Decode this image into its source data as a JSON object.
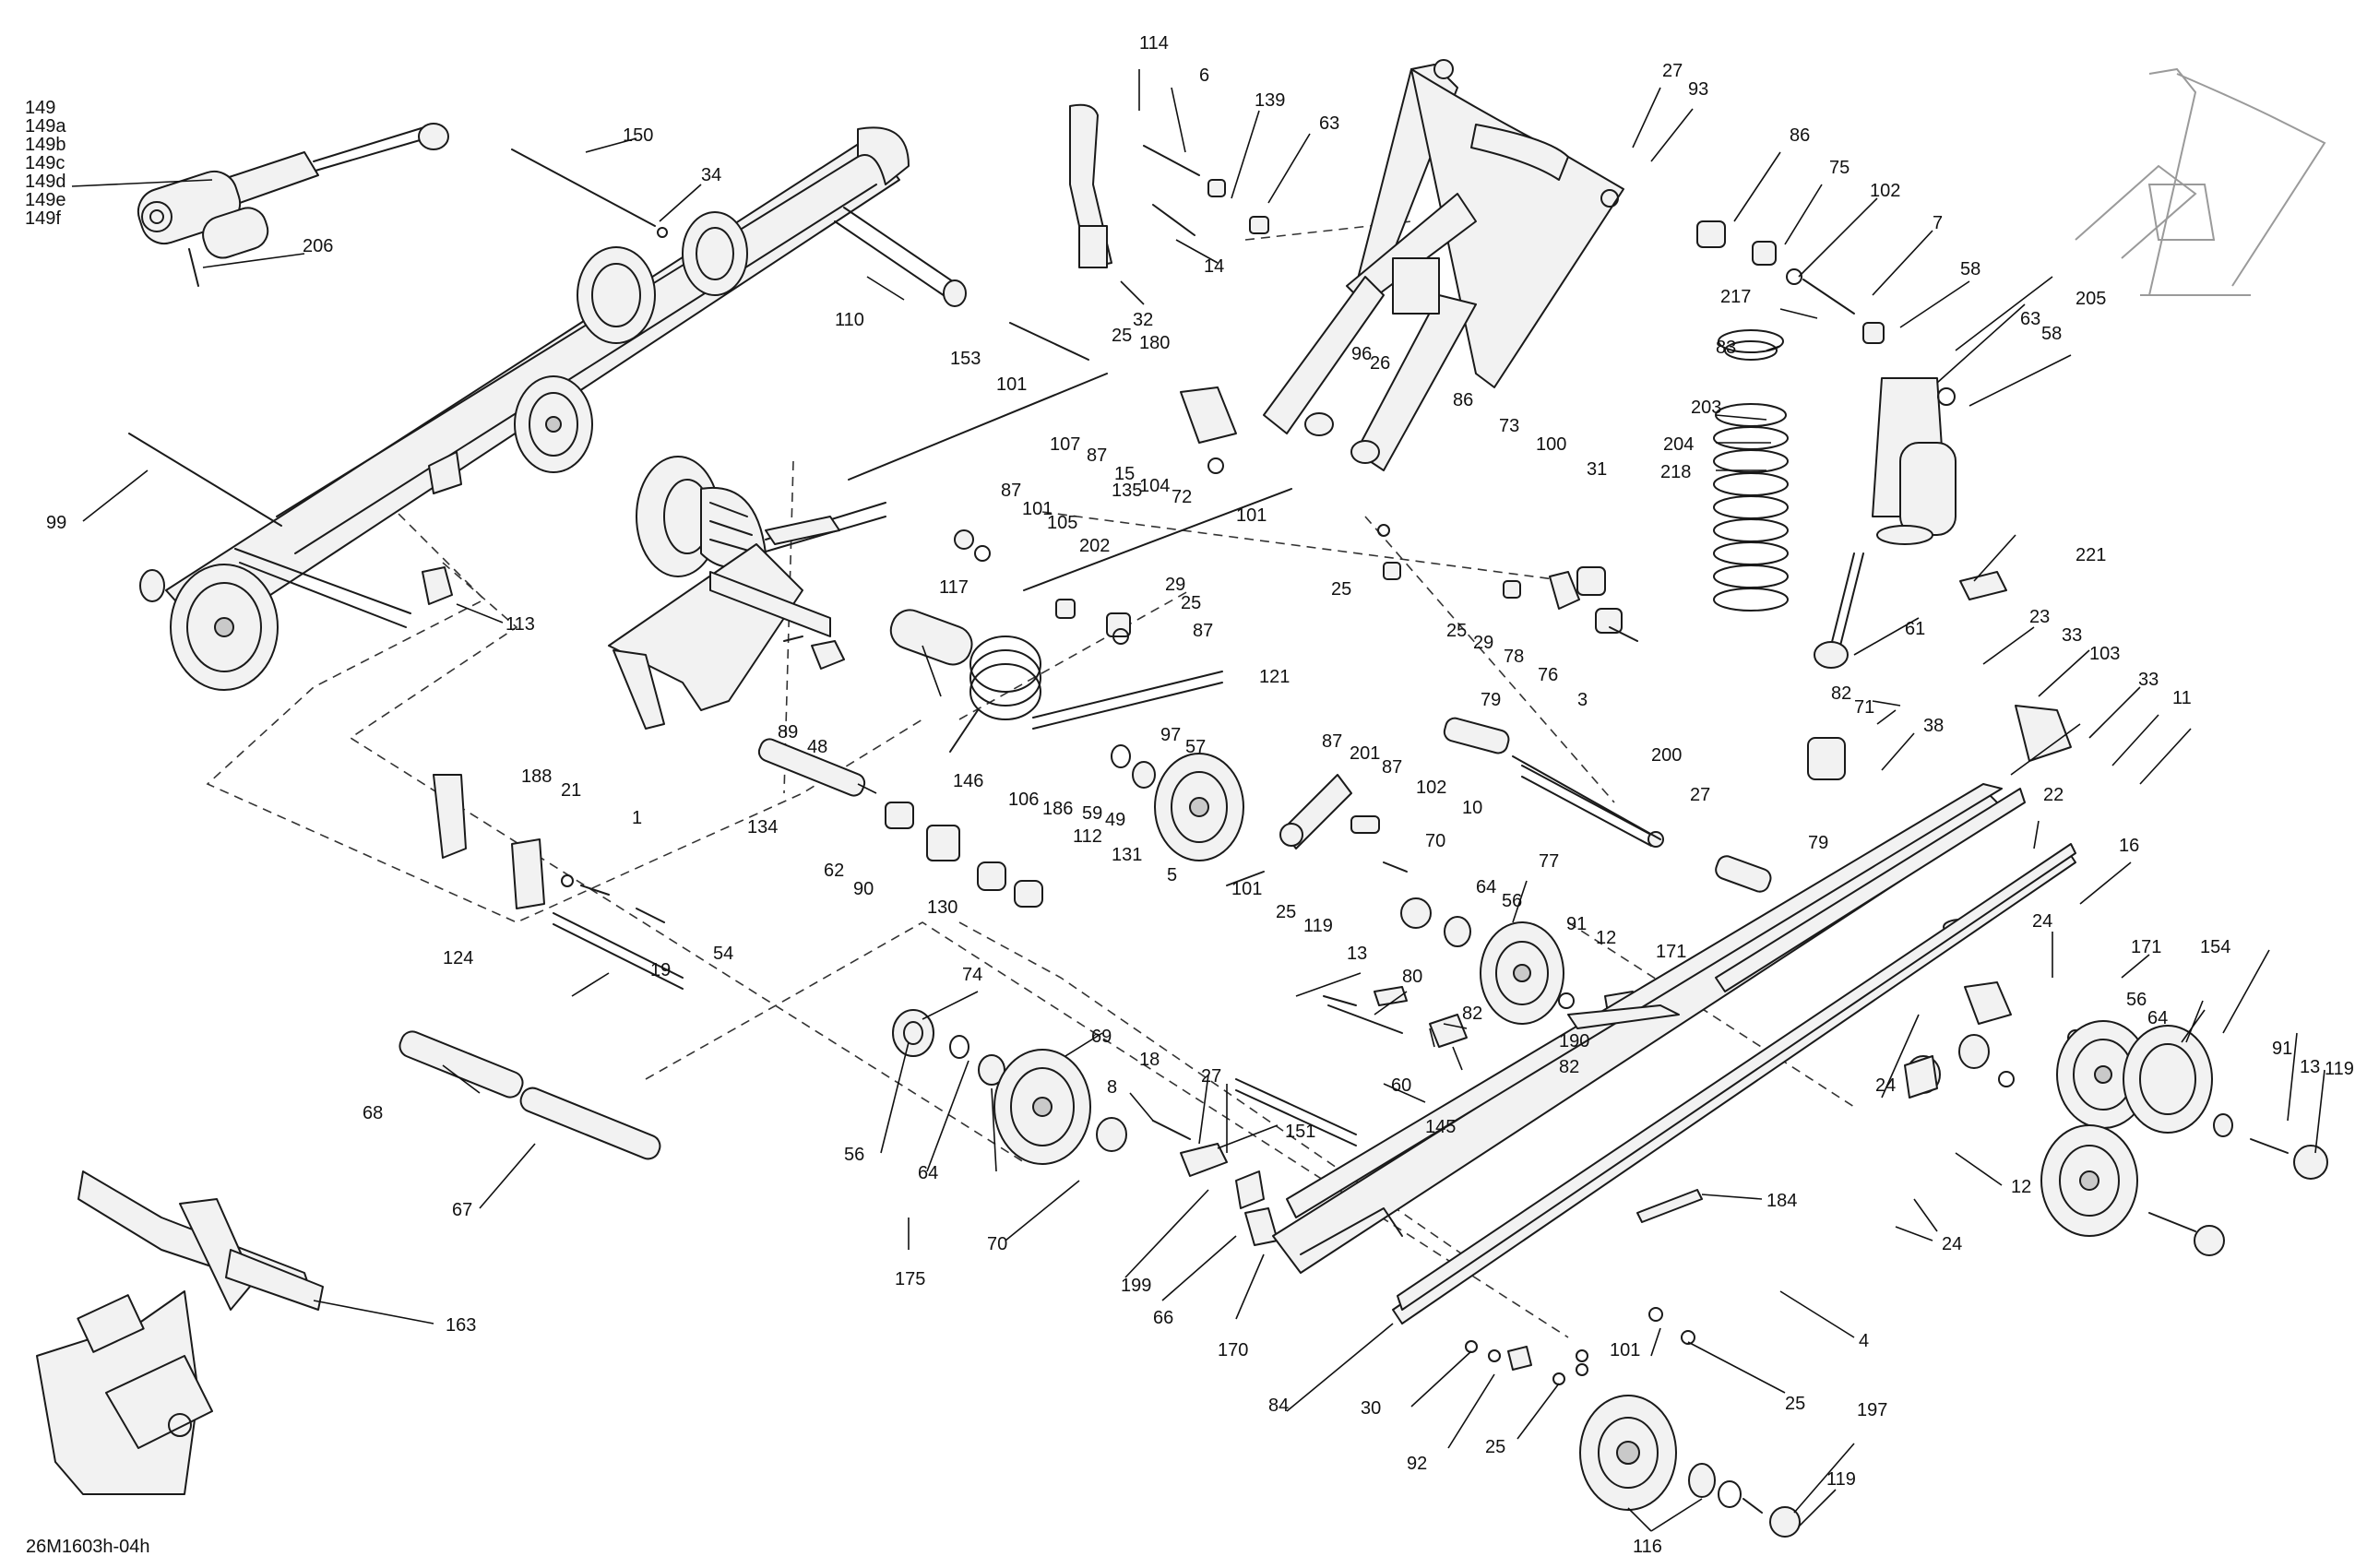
{
  "diagram_id": "26M1603h-04h",
  "callouts": [
    {
      "id": "c-149",
      "text": "149"
    },
    {
      "id": "c-149a",
      "text": "149a"
    },
    {
      "id": "c-149b",
      "text": "149b"
    },
    {
      "id": "c-149c",
      "text": "149c"
    },
    {
      "id": "c-149d",
      "text": "149d"
    },
    {
      "id": "c-149e",
      "text": "149e"
    },
    {
      "id": "c-149f",
      "text": "149f"
    },
    {
      "id": "c-206",
      "text": "206"
    },
    {
      "id": "c-150",
      "text": "150"
    },
    {
      "id": "c-34",
      "text": "34"
    },
    {
      "id": "c-110",
      "text": "110"
    },
    {
      "id": "c-99",
      "text": "99"
    },
    {
      "id": "c-113",
      "text": "113"
    },
    {
      "id": "c-114",
      "text": "114"
    },
    {
      "id": "c-6",
      "text": "6"
    },
    {
      "id": "c-139",
      "text": "139"
    },
    {
      "id": "c-63a",
      "text": "63"
    },
    {
      "id": "c-14",
      "text": "14"
    },
    {
      "id": "c-32",
      "text": "32"
    },
    {
      "id": "c-25a",
      "text": "25"
    },
    {
      "id": "c-153",
      "text": "153"
    },
    {
      "id": "c-101a",
      "text": "101"
    },
    {
      "id": "c-180",
      "text": "180"
    },
    {
      "id": "c-107",
      "text": "107"
    },
    {
      "id": "c-87a",
      "text": "87"
    },
    {
      "id": "c-15",
      "text": "15"
    },
    {
      "id": "c-104",
      "text": "104"
    },
    {
      "id": "c-72",
      "text": "72"
    },
    {
      "id": "c-101b",
      "text": "101"
    },
    {
      "id": "c-135",
      "text": "135"
    },
    {
      "id": "c-87b",
      "text": "87"
    },
    {
      "id": "c-101c",
      "text": "101"
    },
    {
      "id": "c-105",
      "text": "105"
    },
    {
      "id": "c-202",
      "text": "202"
    },
    {
      "id": "c-29a",
      "text": "29"
    },
    {
      "id": "c-25b",
      "text": "25"
    },
    {
      "id": "c-87c",
      "text": "87"
    },
    {
      "id": "c-117",
      "text": "117"
    },
    {
      "id": "c-89",
      "text": "89"
    },
    {
      "id": "c-48",
      "text": "48"
    },
    {
      "id": "c-121",
      "text": "121"
    },
    {
      "id": "c-97",
      "text": "97"
    },
    {
      "id": "c-57",
      "text": "57"
    },
    {
      "id": "c-146",
      "text": "146"
    },
    {
      "id": "c-106",
      "text": "106"
    },
    {
      "id": "c-186",
      "text": "186"
    },
    {
      "id": "c-59",
      "text": "59"
    },
    {
      "id": "c-49",
      "text": "49"
    },
    {
      "id": "c-87d",
      "text": "87"
    },
    {
      "id": "c-201",
      "text": "201"
    },
    {
      "id": "c-87e",
      "text": "87"
    },
    {
      "id": "c-134",
      "text": "134"
    },
    {
      "id": "c-62",
      "text": "62"
    },
    {
      "id": "c-90",
      "text": "90"
    },
    {
      "id": "c-130",
      "text": "130"
    },
    {
      "id": "c-112",
      "text": "112"
    },
    {
      "id": "c-131",
      "text": "131"
    },
    {
      "id": "c-5",
      "text": "5"
    },
    {
      "id": "c-101d",
      "text": "101"
    },
    {
      "id": "c-25c",
      "text": "25"
    },
    {
      "id": "c-119a",
      "text": "119"
    },
    {
      "id": "c-13a",
      "text": "13"
    },
    {
      "id": "c-102a",
      "text": "102"
    },
    {
      "id": "c-10",
      "text": "10"
    },
    {
      "id": "c-70a",
      "text": "70"
    },
    {
      "id": "c-188",
      "text": "188"
    },
    {
      "id": "c-21",
      "text": "21"
    },
    {
      "id": "c-1",
      "text": "1"
    },
    {
      "id": "c-124",
      "text": "124"
    },
    {
      "id": "c-19",
      "text": "19"
    },
    {
      "id": "c-54",
      "text": "54"
    },
    {
      "id": "c-68",
      "text": "68"
    },
    {
      "id": "c-67",
      "text": "67"
    },
    {
      "id": "c-163",
      "text": "163"
    },
    {
      "id": "c-27a",
      "text": "27"
    },
    {
      "id": "c-93",
      "text": "93"
    },
    {
      "id": "c-96",
      "text": "96"
    },
    {
      "id": "c-26",
      "text": "26"
    },
    {
      "id": "c-86a",
      "text": "86"
    },
    {
      "id": "c-73",
      "text": "73"
    },
    {
      "id": "c-100",
      "text": "100"
    },
    {
      "id": "c-31",
      "text": "31"
    },
    {
      "id": "c-25d",
      "text": "25"
    },
    {
      "id": "c-25e",
      "text": "25"
    },
    {
      "id": "c-29b",
      "text": "29"
    },
    {
      "id": "c-78",
      "text": "78"
    },
    {
      "id": "c-76",
      "text": "76"
    },
    {
      "id": "c-3",
      "text": "3"
    },
    {
      "id": "c-79a",
      "text": "79"
    },
    {
      "id": "c-200",
      "text": "200"
    },
    {
      "id": "c-27b",
      "text": "27"
    },
    {
      "id": "c-79b",
      "text": "79"
    },
    {
      "id": "c-86b",
      "text": "86"
    },
    {
      "id": "c-75",
      "text": "75"
    },
    {
      "id": "c-102b",
      "text": "102"
    },
    {
      "id": "c-7",
      "text": "7"
    },
    {
      "id": "c-217",
      "text": "217"
    },
    {
      "id": "c-83",
      "text": "83"
    },
    {
      "id": "c-203",
      "text": "203"
    },
    {
      "id": "c-204",
      "text": "204"
    },
    {
      "id": "c-218",
      "text": "218"
    },
    {
      "id": "c-58a",
      "text": "58"
    },
    {
      "id": "c-205",
      "text": "205"
    },
    {
      "id": "c-63b",
      "text": "63"
    },
    {
      "id": "c-58b",
      "text": "58"
    },
    {
      "id": "c-221",
      "text": "221"
    },
    {
      "id": "c-61",
      "text": "61"
    },
    {
      "id": "c-82a",
      "text": "82"
    },
    {
      "id": "c-71",
      "text": "71"
    },
    {
      "id": "c-38",
      "text": "38"
    },
    {
      "id": "c-23",
      "text": "23"
    },
    {
      "id": "c-33a",
      "text": "33"
    },
    {
      "id": "c-103",
      "text": "103"
    },
    {
      "id": "c-33b",
      "text": "33"
    },
    {
      "id": "c-11",
      "text": "11"
    },
    {
      "id": "c-22",
      "text": "22"
    },
    {
      "id": "c-16",
      "text": "16"
    },
    {
      "id": "c-77",
      "text": "77"
    },
    {
      "id": "c-64a",
      "text": "64"
    },
    {
      "id": "c-56a",
      "text": "56"
    },
    {
      "id": "c-91a",
      "text": "91"
    },
    {
      "id": "c-12a",
      "text": "12"
    },
    {
      "id": "c-171a",
      "text": "171"
    },
    {
      "id": "c-80",
      "text": "80"
    },
    {
      "id": "c-82b",
      "text": "82"
    },
    {
      "id": "c-190",
      "text": "190"
    },
    {
      "id": "c-82c",
      "text": "82"
    },
    {
      "id": "c-60",
      "text": "60"
    },
    {
      "id": "c-145",
      "text": "145"
    },
    {
      "id": "c-74",
      "text": "74"
    },
    {
      "id": "c-69",
      "text": "69"
    },
    {
      "id": "c-56b",
      "text": "56"
    },
    {
      "id": "c-64b",
      "text": "64"
    },
    {
      "id": "c-18",
      "text": "18"
    },
    {
      "id": "c-27c",
      "text": "27"
    },
    {
      "id": "c-8",
      "text": "8"
    },
    {
      "id": "c-151",
      "text": "151"
    },
    {
      "id": "c-70b",
      "text": "70"
    },
    {
      "id": "c-175",
      "text": "175"
    },
    {
      "id": "c-199",
      "text": "199"
    },
    {
      "id": "c-66",
      "text": "66"
    },
    {
      "id": "c-170",
      "text": "170"
    },
    {
      "id": "c-24a",
      "text": "24"
    },
    {
      "id": "c-171b",
      "text": "171"
    },
    {
      "id": "c-154",
      "text": "154"
    },
    {
      "id": "c-56c",
      "text": "56"
    },
    {
      "id": "c-64c",
      "text": "64"
    },
    {
      "id": "c-24b",
      "text": "24"
    },
    {
      "id": "c-91b",
      "text": "91"
    },
    {
      "id": "c-13b",
      "text": "13"
    },
    {
      "id": "c-119b",
      "text": "119"
    },
    {
      "id": "c-12b",
      "text": "12"
    },
    {
      "id": "c-24c",
      "text": "24"
    },
    {
      "id": "c-184",
      "text": "184"
    },
    {
      "id": "c-4",
      "text": "4"
    },
    {
      "id": "c-84",
      "text": "84"
    },
    {
      "id": "c-101e",
      "text": "101"
    },
    {
      "id": "c-25f",
      "text": "25"
    },
    {
      "id": "c-30",
      "text": "30"
    },
    {
      "id": "c-92",
      "text": "92"
    },
    {
      "id": "c-25g",
      "text": "25"
    },
    {
      "id": "c-197",
      "text": "197"
    },
    {
      "id": "c-119c",
      "text": "119"
    },
    {
      "id": "c-116",
      "text": "116"
    }
  ]
}
